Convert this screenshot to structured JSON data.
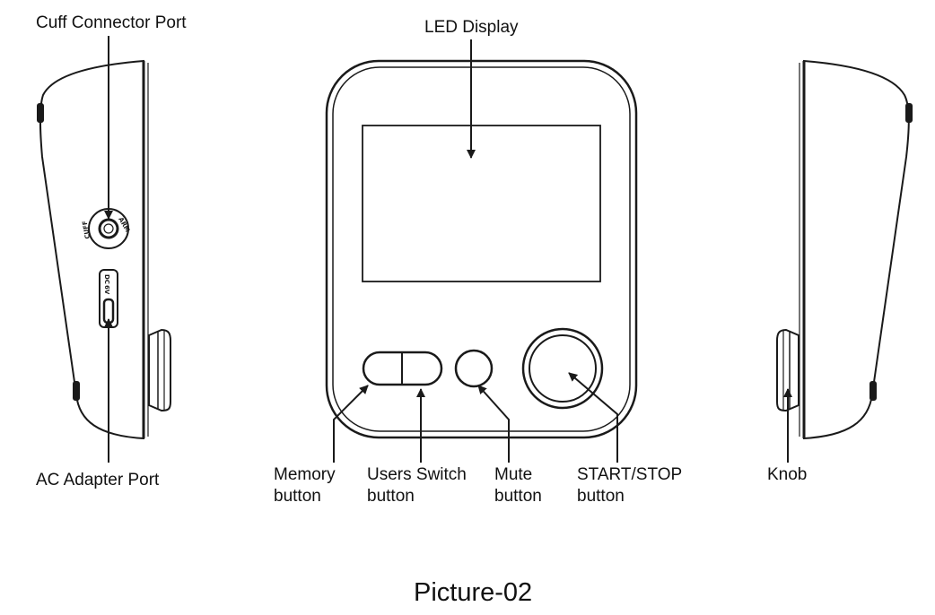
{
  "labels": {
    "cuff_connector_port": "Cuff Connector Port",
    "led_display": "LED Display",
    "ac_adapter_port": "AC Adapter Port",
    "memory_button": [
      "Memory",
      "button"
    ],
    "users_switch_button": [
      "Users Switch",
      "button"
    ],
    "mute_button": [
      "Mute",
      "button"
    ],
    "start_stop_button": [
      "START/STOP",
      "button"
    ],
    "knob": "Knob"
  },
  "port_markings": {
    "cuff_ring": [
      "ARM",
      "CUFF"
    ],
    "dc_port": [
      "DC",
      "6V"
    ]
  },
  "caption": "Picture-02",
  "colors": {
    "line": "#1a1a1a",
    "background": "#ffffff"
  }
}
